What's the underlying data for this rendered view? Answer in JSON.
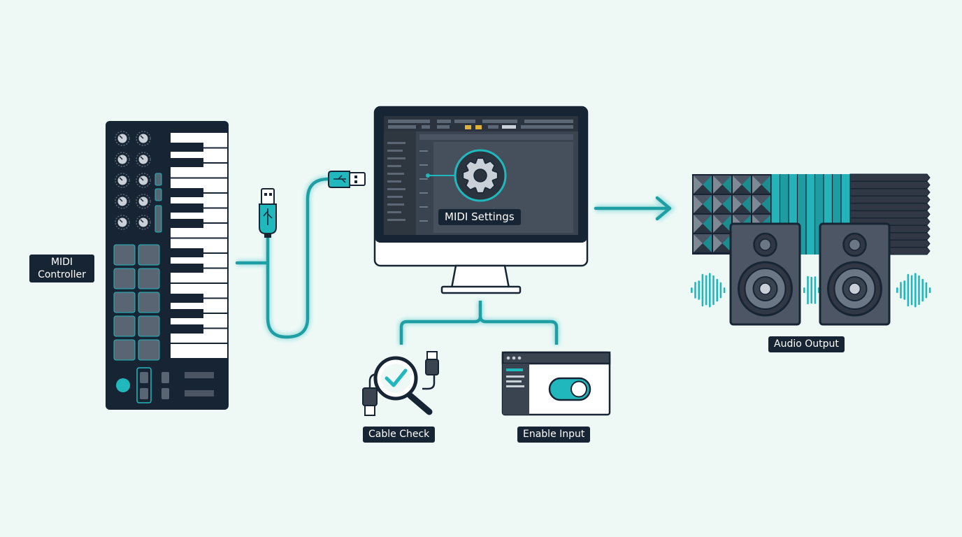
{
  "labels": {
    "midi_controller": "MIDI Controller",
    "midi_settings": "MIDI Settings",
    "audio_output": "Audio Output",
    "cable_check": "Cable Check",
    "enable_input": "Enable Input"
  },
  "icons": {
    "controller": "midi-keyboard-icon",
    "cable": "usb-cable-icon",
    "computer": "monitor-icon",
    "settings": "gear-icon",
    "speakers": "speaker-icon",
    "check": "magnifier-check-icon",
    "toggle": "toggle-switch-icon",
    "arrow": "arrow-right-icon"
  },
  "colors": {
    "background": "#eef9f6",
    "dark": "#172434",
    "accent": "#21b8bd",
    "panel": "#3a4350"
  }
}
